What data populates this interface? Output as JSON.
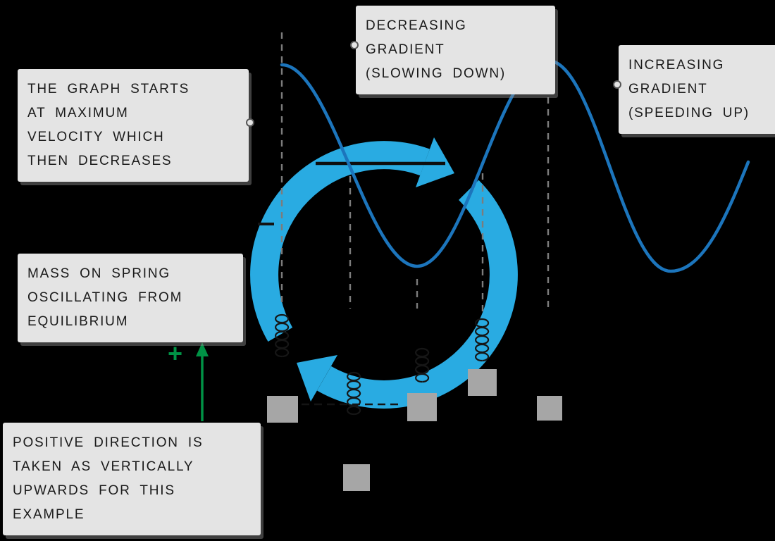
{
  "figure": "velocity-time graph of a mass on a spring in simple harmonic motion",
  "colors": {
    "background": "#000000",
    "velocity_curve": "#1c75bc",
    "cycle_arrow": "#29abe2",
    "dashed_marker": "#7c7c7c",
    "mass_block": "#a6a6a6",
    "positive_arrow_green": "#009245",
    "callout_bg": "#e4e4e4",
    "callout_text": "#1a1a1a"
  },
  "callouts": {
    "start_max": {
      "lines": [
        "THE GRAPH STARTS",
        "AT MAXIMUM",
        "VELOCITY WHICH",
        "THEN DECREASES"
      ]
    },
    "decreasing_gradient": {
      "lines": [
        "DECREASING",
        "GRADIENT",
        "(SLOWING DOWN)"
      ]
    },
    "increasing_gradient": {
      "lines": [
        "INCREASING",
        "GRADIENT",
        "(SPEEDING UP)"
      ]
    },
    "mass_on_spring": {
      "lines": [
        "MASS ON SPRING",
        "OSCILLATING FROM",
        "EQUILIBRIUM"
      ]
    },
    "positive_direction": {
      "lines": [
        "POSITIVE DIRECTION IS",
        "TAKEN AS VERTICALLY",
        "UPWARDS FOR THIS",
        "EXAMPLE"
      ]
    }
  },
  "symbols": {
    "plus": "+"
  },
  "icons": {
    "cycle-arrow": "blue circular repeat arrows",
    "spring": "black coil",
    "mass": "gray square block",
    "positive-direction-arrow": "green arrow pointing up"
  },
  "chart_data": {
    "type": "line",
    "title": "",
    "xlabel": "",
    "ylabel": "",
    "axes_visible": false,
    "grid": false,
    "series": [
      {
        "name": "velocity",
        "shape": "cosine starting at maximum positive velocity",
        "x_period_fraction": [
          0,
          0.25,
          0.5,
          0.75,
          1.0,
          1.25,
          1.5,
          1.75
        ],
        "values": [
          1,
          0,
          -1,
          0,
          1,
          0,
          -1,
          0
        ]
      }
    ],
    "dashed_time_markers": "vertical dashed lines at start, each quarter-period crossing, and the second maximum",
    "annotations": [
      "THE GRAPH STARTS AT MAXIMUM VELOCITY WHICH THEN DECREASES",
      "DECREASING GRADIENT (SLOWING DOWN)",
      "INCREASING GRADIENT (SPEEDING UP)"
    ]
  }
}
